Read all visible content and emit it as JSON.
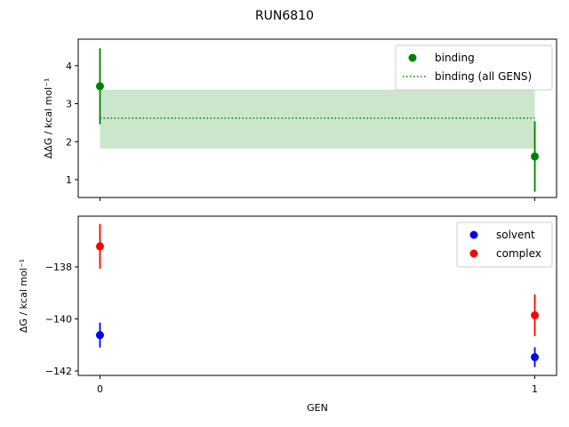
{
  "chart_data": [
    {
      "type": "scatter",
      "title": "RUN6810",
      "xlabel": "",
      "ylabel": "ΔΔG / kcal mol⁻¹",
      "xlim": [
        -0.05,
        1.05
      ],
      "ylim": [
        0.53,
        4.7
      ],
      "xticks": [
        0,
        1
      ],
      "xtick_labels_visible": false,
      "yticks": [
        1,
        2,
        3,
        4
      ],
      "grid": false,
      "legend": "top-right",
      "series": [
        {
          "name": "binding",
          "kind": "errorbar",
          "color": "#008000",
          "x": [
            0,
            1
          ],
          "y": [
            3.46,
            1.61
          ],
          "yerr": [
            1.0,
            0.93
          ]
        },
        {
          "name": "binding (all GENS)",
          "kind": "hline-dotted",
          "color": "#008000",
          "x": [
            0,
            1
          ],
          "y": 2.62,
          "band": [
            1.82,
            3.37
          ]
        }
      ]
    },
    {
      "type": "scatter",
      "xlabel": "GEN",
      "ylabel": "ΔG / kcal mol⁻¹",
      "xlim": [
        -0.05,
        1.05
      ],
      "ylim": [
        -142.17,
        -136.05
      ],
      "xticks": [
        0,
        1
      ],
      "yticks": [
        -138,
        -140,
        -142
      ],
      "grid": false,
      "legend": "top-right",
      "series": [
        {
          "name": "solvent",
          "kind": "errorbar",
          "color": "#0000ff",
          "x": [
            0,
            1
          ],
          "y": [
            -140.62,
            -141.47
          ],
          "yerr": [
            0.48,
            0.38
          ]
        },
        {
          "name": "complex",
          "kind": "errorbar",
          "color": "#ff0000",
          "x": [
            0,
            1
          ],
          "y": [
            -137.21,
            -139.86
          ],
          "yerr": [
            0.86,
            0.8
          ]
        }
      ]
    }
  ]
}
